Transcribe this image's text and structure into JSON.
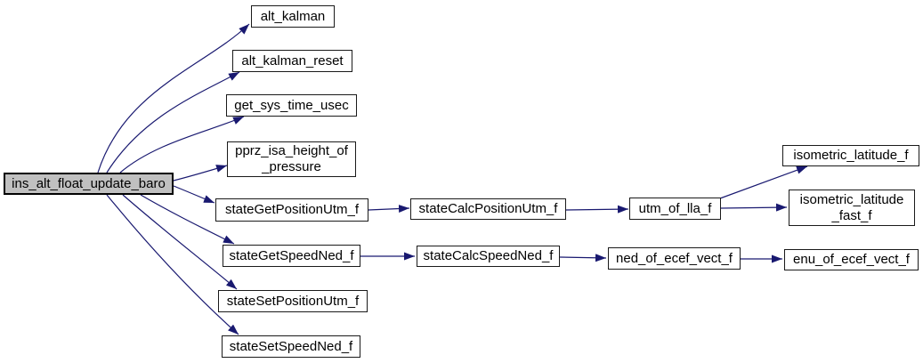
{
  "diagram": {
    "type": "call-graph",
    "root_function": "ins_alt_float_update_baro",
    "colors": {
      "background": "#ffffff",
      "edge": "#191970",
      "node_fill": "#ffffff",
      "node_border": "#1a1a1a",
      "root_fill": "#c0c0c0",
      "text": "#000000"
    },
    "nodes": [
      {
        "id": "ins_alt_float_update_baro",
        "label": "ins_alt_float_update_baro",
        "root": true
      },
      {
        "id": "alt_kalman",
        "label": "alt_kalman"
      },
      {
        "id": "alt_kalman_reset",
        "label": "alt_kalman_reset"
      },
      {
        "id": "get_sys_time_usec",
        "label": "get_sys_time_usec"
      },
      {
        "id": "pprz_isa_height_of_pressure",
        "label": "pprz_isa_height_of_pressure",
        "lines": [
          "pprz_isa_height_of",
          "_pressure"
        ]
      },
      {
        "id": "stateGetPositionUtm_f",
        "label": "stateGetPositionUtm_f"
      },
      {
        "id": "stateGetSpeedNed_f",
        "label": "stateGetSpeedNed_f"
      },
      {
        "id": "stateSetPositionUtm_f",
        "label": "stateSetPositionUtm_f"
      },
      {
        "id": "stateSetSpeedNed_f",
        "label": "stateSetSpeedNed_f"
      },
      {
        "id": "stateCalcPositionUtm_f",
        "label": "stateCalcPositionUtm_f"
      },
      {
        "id": "stateCalcSpeedNed_f",
        "label": "stateCalcSpeedNed_f"
      },
      {
        "id": "utm_of_lla_f",
        "label": "utm_of_lla_f"
      },
      {
        "id": "isometric_latitude_f",
        "label": "isometric_latitude_f"
      },
      {
        "id": "isometric_latitude_fast_f",
        "label": "isometric_latitude_fast_f",
        "lines": [
          "isometric_latitude",
          "_fast_f"
        ]
      },
      {
        "id": "ned_of_ecef_vect_f",
        "label": "ned_of_ecef_vect_f"
      },
      {
        "id": "enu_of_ecef_vect_f",
        "label": "enu_of_ecef_vect_f"
      }
    ],
    "edges": [
      {
        "from": "ins_alt_float_update_baro",
        "to": "alt_kalman"
      },
      {
        "from": "ins_alt_float_update_baro",
        "to": "alt_kalman_reset"
      },
      {
        "from": "ins_alt_float_update_baro",
        "to": "get_sys_time_usec"
      },
      {
        "from": "ins_alt_float_update_baro",
        "to": "pprz_isa_height_of_pressure"
      },
      {
        "from": "ins_alt_float_update_baro",
        "to": "stateGetPositionUtm_f"
      },
      {
        "from": "ins_alt_float_update_baro",
        "to": "stateGetSpeedNed_f"
      },
      {
        "from": "ins_alt_float_update_baro",
        "to": "stateSetPositionUtm_f"
      },
      {
        "from": "ins_alt_float_update_baro",
        "to": "stateSetSpeedNed_f"
      },
      {
        "from": "stateGetPositionUtm_f",
        "to": "stateCalcPositionUtm_f"
      },
      {
        "from": "stateCalcPositionUtm_f",
        "to": "utm_of_lla_f"
      },
      {
        "from": "utm_of_lla_f",
        "to": "isometric_latitude_f"
      },
      {
        "from": "utm_of_lla_f",
        "to": "isometric_latitude_fast_f"
      },
      {
        "from": "stateGetSpeedNed_f",
        "to": "stateCalcSpeedNed_f"
      },
      {
        "from": "stateCalcSpeedNed_f",
        "to": "ned_of_ecef_vect_f"
      },
      {
        "from": "ned_of_ecef_vect_f",
        "to": "enu_of_ecef_vect_f"
      }
    ]
  }
}
